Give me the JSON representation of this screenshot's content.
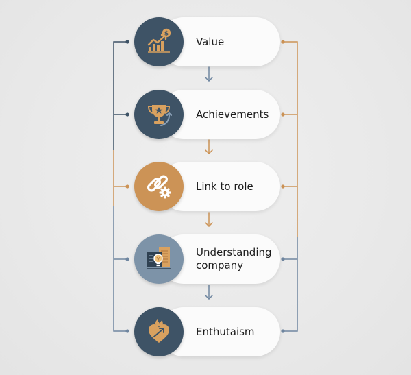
{
  "steps": [
    {
      "label": "Value",
      "icon": "growth-chart-dollar-icon",
      "fill": "#3e5366",
      "connector": "#3e5366"
    },
    {
      "label": "Achievements",
      "icon": "trophy-icon",
      "fill": "#3e5366",
      "connector": "#3e5366"
    },
    {
      "label": "Link to role",
      "icon": "link-gear-icon",
      "fill": "#cc9356",
      "connector": "#cc9356"
    },
    {
      "label": "Understanding company",
      "icon": "document-lightbulb-icon",
      "fill": "#7d93a8",
      "connector": "#6f86a0"
    },
    {
      "label": "Enthutaism",
      "icon": "flaming-heart-icon",
      "fill": "#3e5366",
      "connector": "#6f86a0"
    }
  ],
  "colors": {
    "navy": "#3e5366",
    "orange": "#cc9356",
    "steel": "#6f86a0",
    "arrow": "#6f86a0"
  }
}
